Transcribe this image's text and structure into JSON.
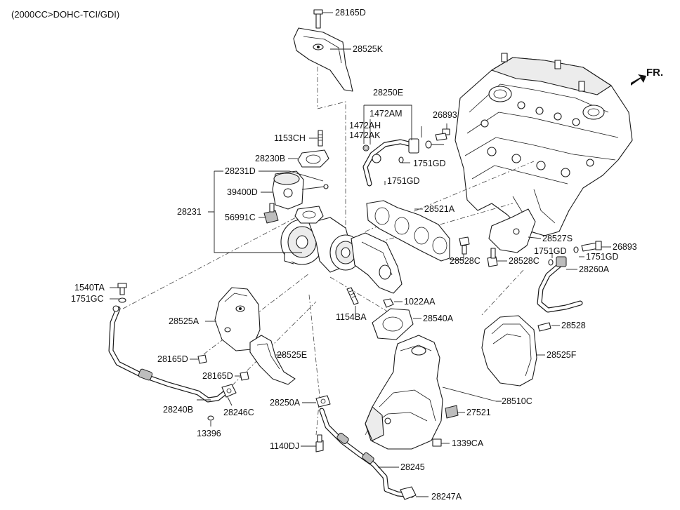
{
  "title": "(2000CC>DOHC-TCI/GDI)",
  "direction_label": "FR.",
  "parts": {
    "p28165D_top": "28165D",
    "p28525K": "28525K",
    "p28250E": "28250E",
    "p1472AM": "1472AM",
    "p1472AH": "1472AH",
    "p1472AK": "1472AK",
    "p26893_top": "26893",
    "p1153CH": "1153CH",
    "p28230B": "28230B",
    "p1751GD_a": "1751GD",
    "p28231D": "28231D",
    "p1751GD_b": "1751GD",
    "p39400D": "39400D",
    "p28231": "28231",
    "p28521A": "28521A",
    "p56991C": "56991C",
    "p28527S": "28527S",
    "p26893_right": "26893",
    "p1751GD_c": "1751GD",
    "p1751GD_d": "1751GD",
    "p28528C_a": "28528C",
    "p28528C_b": "28528C",
    "p28260A": "28260A",
    "p1540TA": "1540TA",
    "p1751GC": "1751GC",
    "p1022AA": "1022AA",
    "p1154BA": "1154BA",
    "p28540A": "28540A",
    "p28525A": "28525A",
    "p28528": "28528",
    "p28165D_mid": "28165D",
    "p28525E": "28525E",
    "p28525F": "28525F",
    "p28165D_low": "28165D",
    "p28510C": "28510C",
    "p28250A": "28250A",
    "p28240B": "28240B",
    "p28246C": "28246C",
    "p27521": "27521",
    "p13396": "13396",
    "p1339CA": "1339CA",
    "p1140DJ": "1140DJ",
    "p28245": "28245",
    "p28247A": "28247A"
  }
}
